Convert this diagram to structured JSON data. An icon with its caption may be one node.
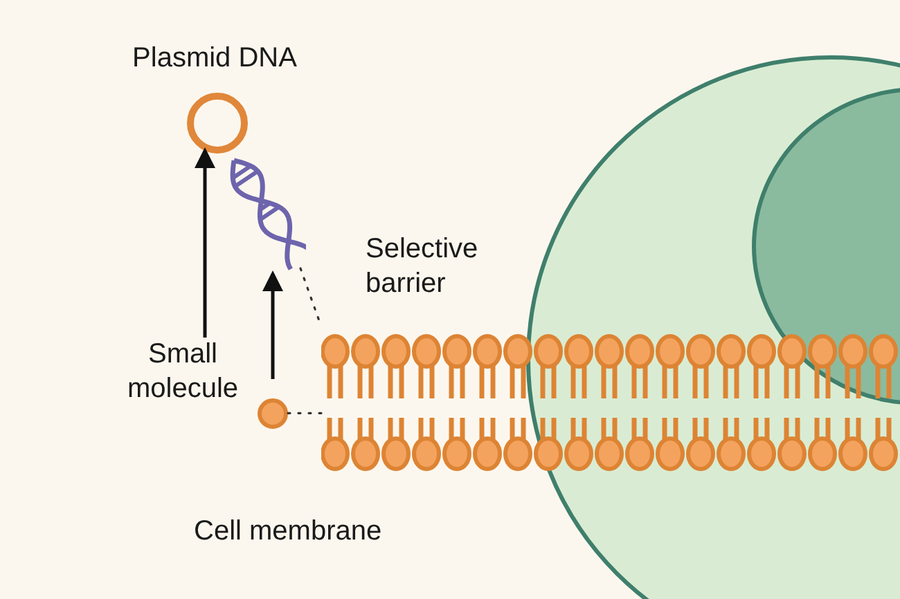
{
  "diagram": {
    "nodes": [
      {
        "text": [
          "Plasmid DNA"
        ]
      },
      {
        "text": [],
        "shape": "picture"
      },
      {
        "text": [],
        "shape": "circle"
      },
      {
        "text": [
          "Small molecule"
        ]
      },
      {
        "text": [],
        "shape": "circle"
      },
      {
        "text": [],
        "shape": "circle",
        "in": 4
      },
      {
        "text": [],
        "shape": "picture"
      }
    ],
    "edges": [
      {
        "from": 3,
        "to": 0,
        "arrow": "to"
      },
      {
        "from": 2,
        "to": 1,
        "arrow": "to"
      },
      {
        "from": 1,
        "to": 6,
        "arrow": "none",
        "style": "dashed"
      },
      {
        "from": 2,
        "to": 6,
        "arrow": "none",
        "style": "dashed"
      }
    ],
    "labels": [
      "Selective barrier",
      "Cell membrane"
    ]
  }
}
